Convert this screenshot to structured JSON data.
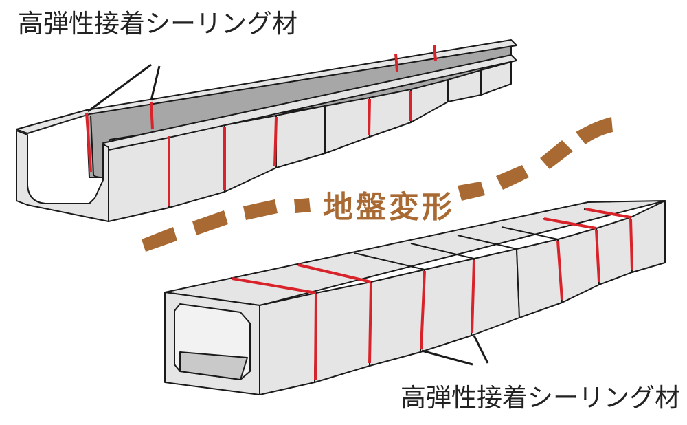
{
  "labels": {
    "sealant_top": "高弾性接着シーリング材",
    "sealant_bottom": "高弾性接着シーリング材",
    "ground_deformation": "地盤変形"
  },
  "colors": {
    "concrete": "#e5e5e5",
    "concrete_dark": "#a7a7a7",
    "outline": "#1a1a1a",
    "sealant": "#d8232a",
    "deformation_arrow": "#a86a32"
  }
}
